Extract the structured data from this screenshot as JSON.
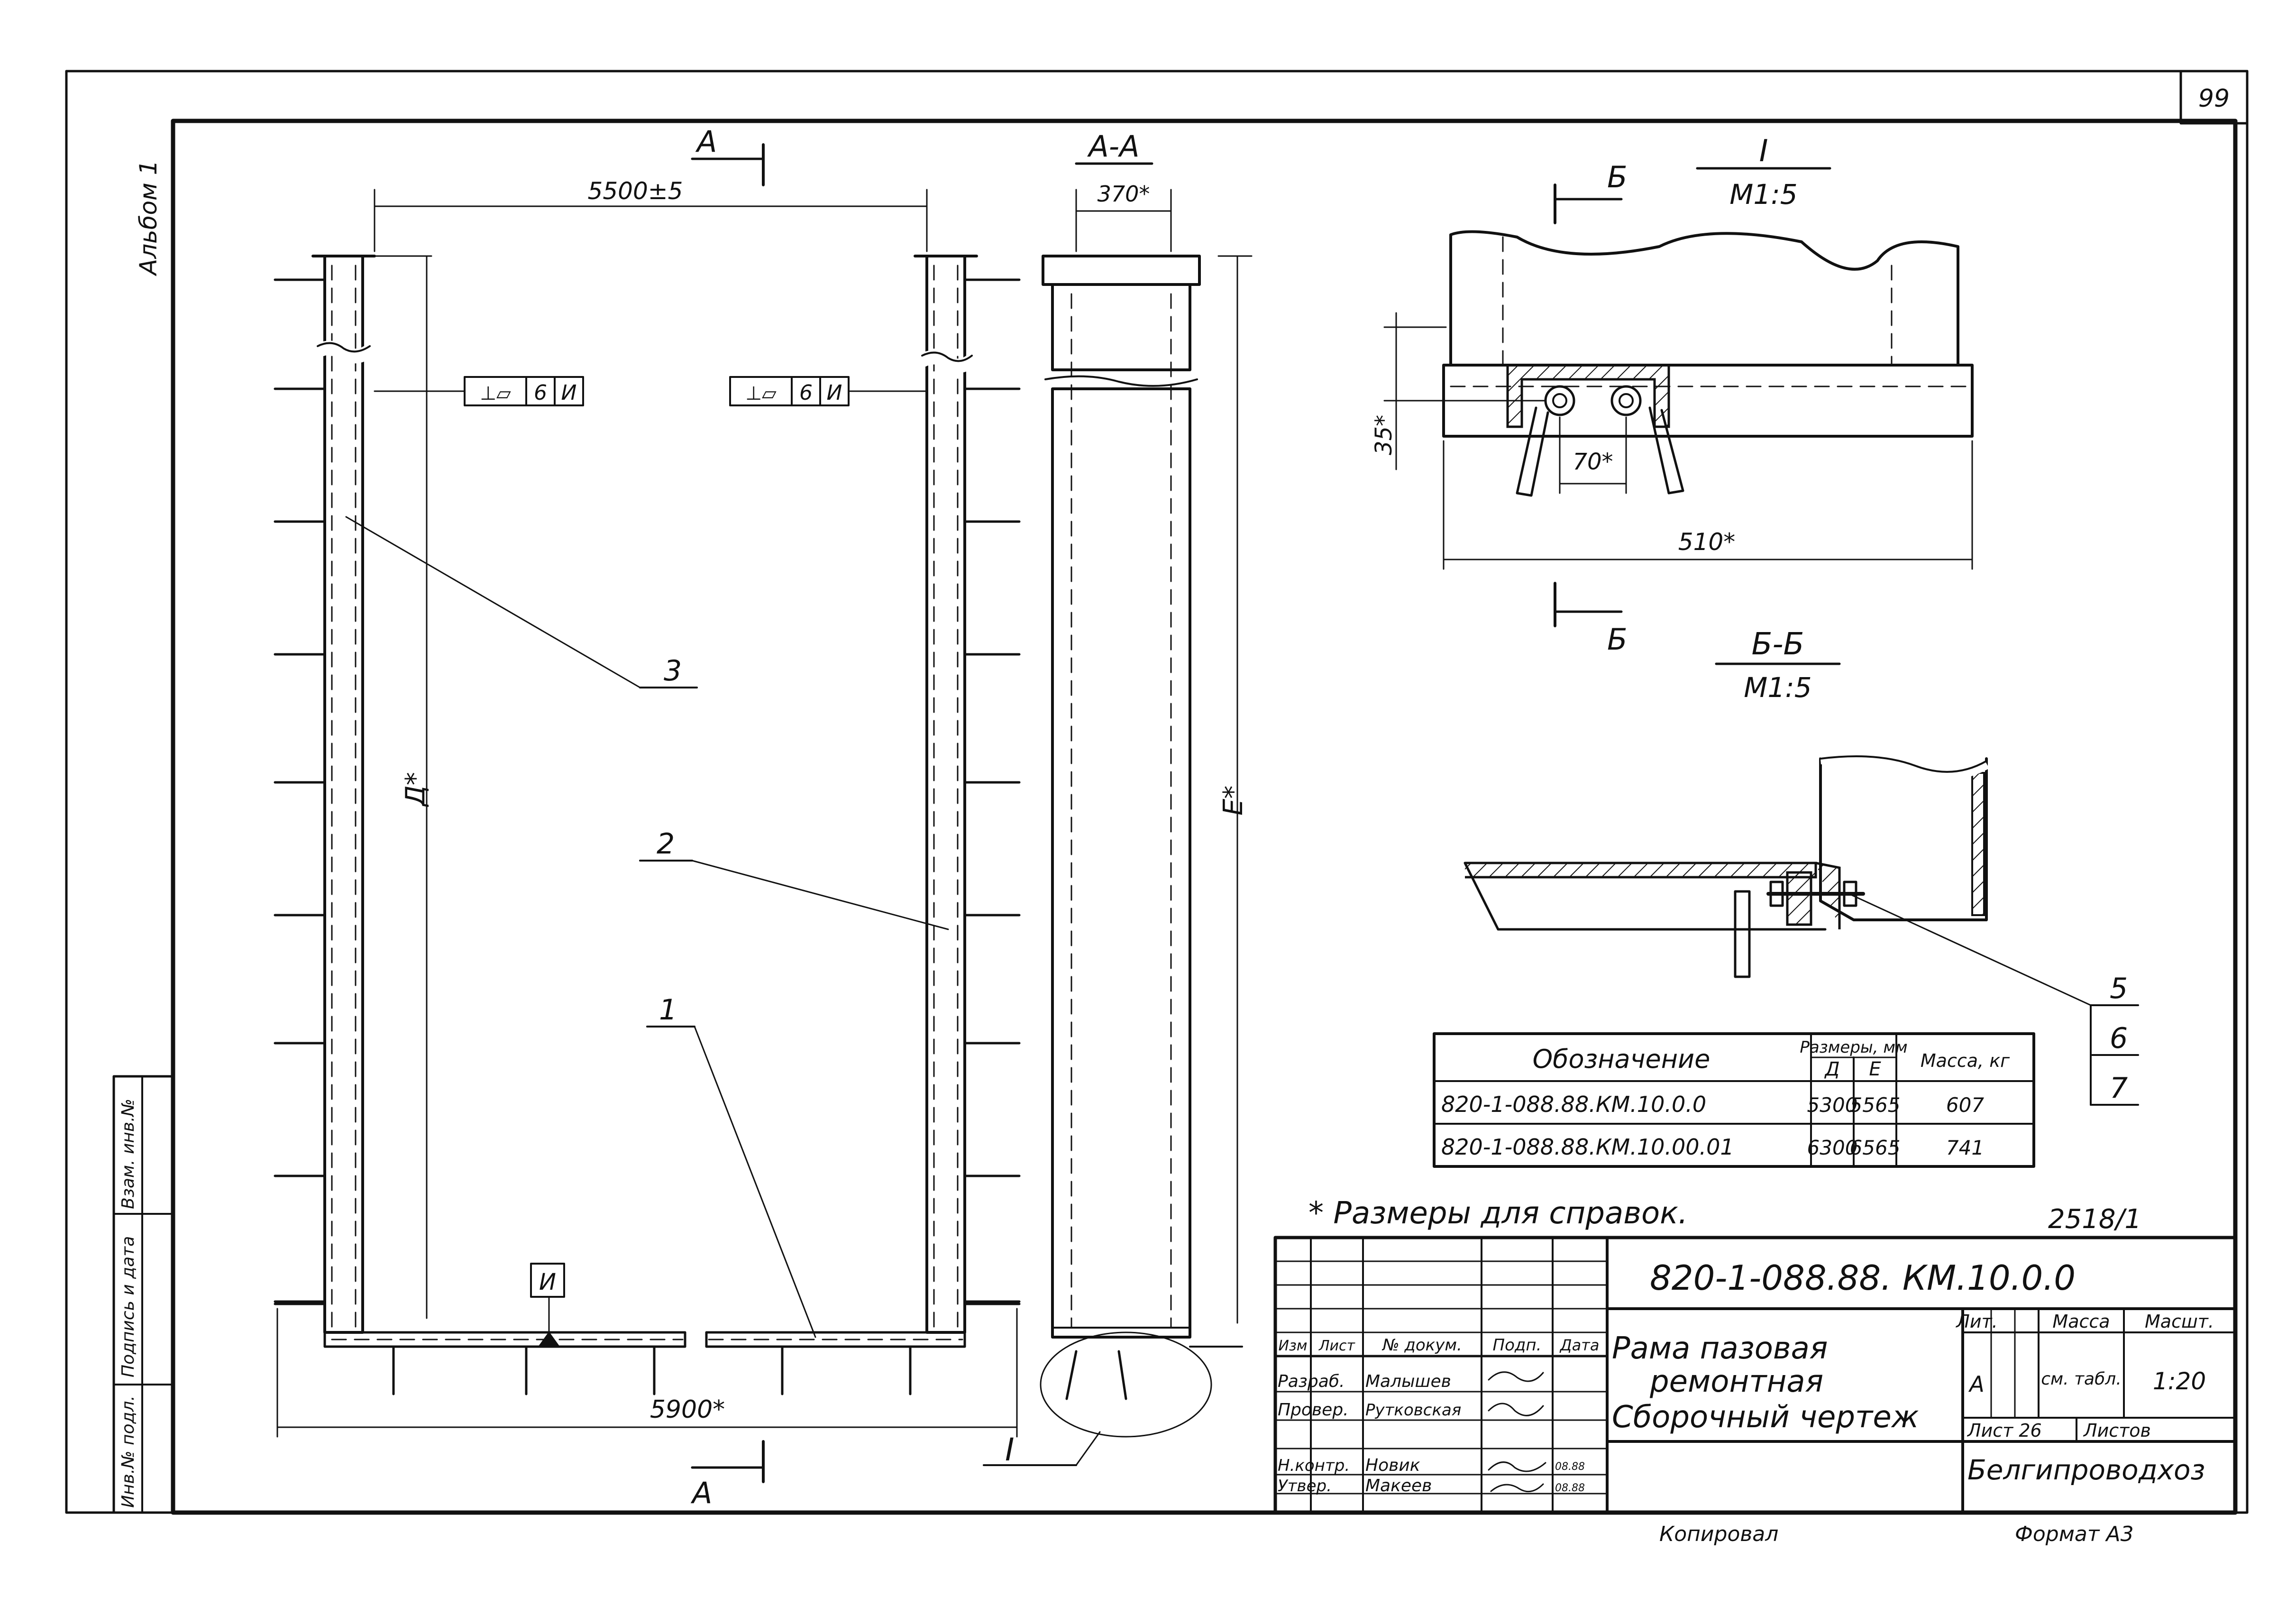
{
  "page_number": "99",
  "album": "Альбом 1",
  "side_stamp": [
    "Инв.№ подл.",
    "Подпись и дата",
    "Взам. инв.№"
  ],
  "views": {
    "section_marker_a": "А",
    "section_aa_title": "А-А",
    "dim_span": "5500±5",
    "dim_370": "370*",
    "dim_d": "Д*",
    "dim_e": "Е*",
    "dim_5900": "5900*",
    "tolerance_symbol": "⊥▱",
    "tolerance_value": "6",
    "tolerance_datum": "И",
    "datum_label": "И",
    "callout_1": "1",
    "callout_2": "2",
    "callout_3": "3",
    "detail_ref": "I"
  },
  "detail_i": {
    "title": "I",
    "scale": "М1:5",
    "cut_label": "Б",
    "dim_35": "35*",
    "dim_70": "70*",
    "dim_510": "510*"
  },
  "section_bb": {
    "title": "Б-Б",
    "scale": "М1:5",
    "callouts": [
      "5",
      "6",
      "7"
    ]
  },
  "table": {
    "headers": {
      "designation": "Обозначение",
      "sizes": "Размеры, мм",
      "d": "Д",
      "e": "Е",
      "mass": "Масса, кг"
    },
    "rows": [
      {
        "designation": "820-1-088.88.КМ.10.0.0",
        "d": "5300",
        "e": "5565",
        "mass": "607"
      },
      {
        "designation": "820-1-088.88.КМ.10.00.01",
        "d": "6300",
        "e": "6565",
        "mass": "741"
      }
    ]
  },
  "note": "* Размеры для справок.",
  "archive_number": "2518/1",
  "title_block": {
    "code": "820-1-088.88. КМ.10.0.0",
    "title_line1": "Рама пазовая",
    "title_line2": "ремонтная",
    "title_line3": "Сборочный чертеж",
    "col_izm": "Изм",
    "col_list": "Лист",
    "col_doc": "№ докум.",
    "col_sign": "Подп.",
    "col_date": "Дата",
    "role_dev": "Разраб.",
    "name_dev": "Малышев",
    "role_check": "Провер.",
    "name_check": "Рутковская",
    "role_norm": "Н.контр.",
    "name_norm": "Новик",
    "role_appr": "Утвер.",
    "name_appr": "Макеев",
    "date_1": "08.88",
    "date_2": "08.88",
    "lit_label": "Лит.",
    "mass_label": "Масса",
    "scale_label": "Масшт.",
    "lit_value": "А",
    "mass_value": "см. табл.",
    "scale_value": "1:20",
    "sheet_label": "Лист 26",
    "sheets_label": "Листов",
    "organization": "Белгипроводхоз"
  },
  "footer": {
    "copied": "Копировал",
    "format": "Формат А3"
  }
}
